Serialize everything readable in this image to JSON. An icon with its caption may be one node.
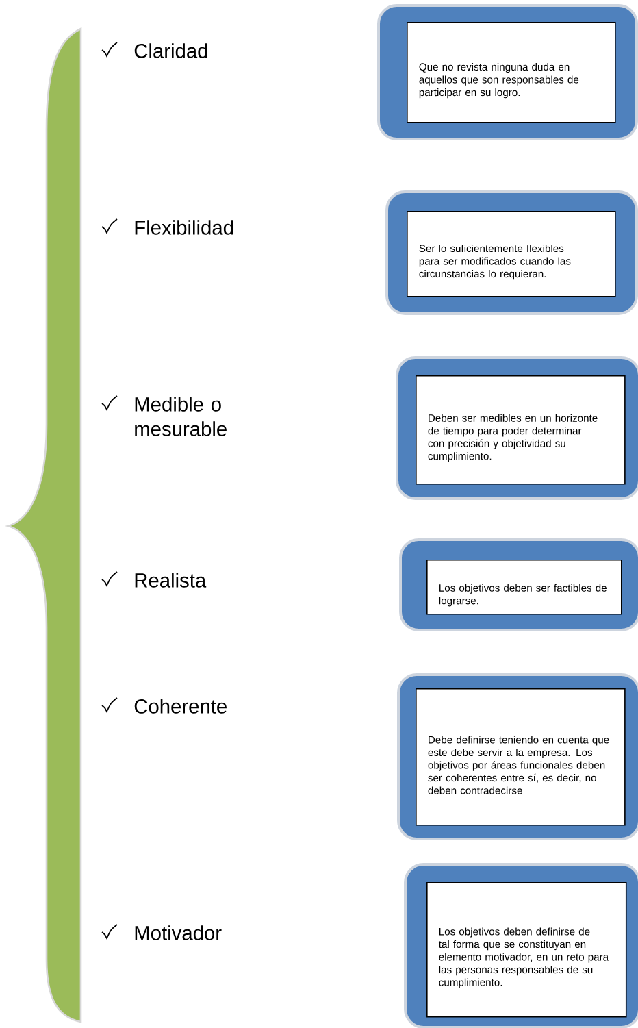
{
  "diagram": {
    "nodes": [
      {
        "text": [
          "Que no revista ninguna duda en aquellos que son responsables de participar en su logro."
        ]
      },
      {
        "text": [
          "Ser lo suficientemente flexibles para ser modificados cuando las circunstancias lo requieran."
        ]
      },
      {
        "text": [
          "Deben ser medibles en un horizonte de tiempo para poder determinar con precisión y objetividad su cumplimiento."
        ]
      },
      {
        "text": [
          "Los objetivos deben ser factibles de lograrse."
        ]
      },
      {
        "text": [
          "Debe definirse teniendo en cuenta que este debe servir a la empresa. Los objetivos por áreas funcionales deben ser coherentes entre sí, es decir, no deben contradecirse"
        ]
      },
      {
        "text": [
          "Los objetivos deben definirse de tal forma que se constituyan en elemento motivador, en un reto para las personas responsables de su cumplimiento."
        ]
      }
    ],
    "labels": [
      "Claridad",
      "Flexibilidad",
      "Medible o mesurable",
      "Realista",
      "Coherente",
      "Motivador"
    ]
  }
}
